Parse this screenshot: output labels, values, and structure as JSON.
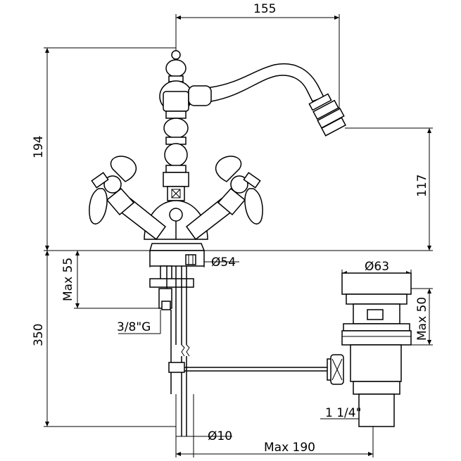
{
  "dimensions": {
    "top_width": "155",
    "total_height": "194",
    "spout_height": "117",
    "max_55": "Max 55",
    "dia_54": "Ø54",
    "thread": "3/8\"G",
    "depth_350": "350",
    "dia_63": "Ø63",
    "max_50": "Max 50",
    "waste": "1 1/4\"",
    "dia_10": "Ø10",
    "max_190": "Max 190"
  }
}
